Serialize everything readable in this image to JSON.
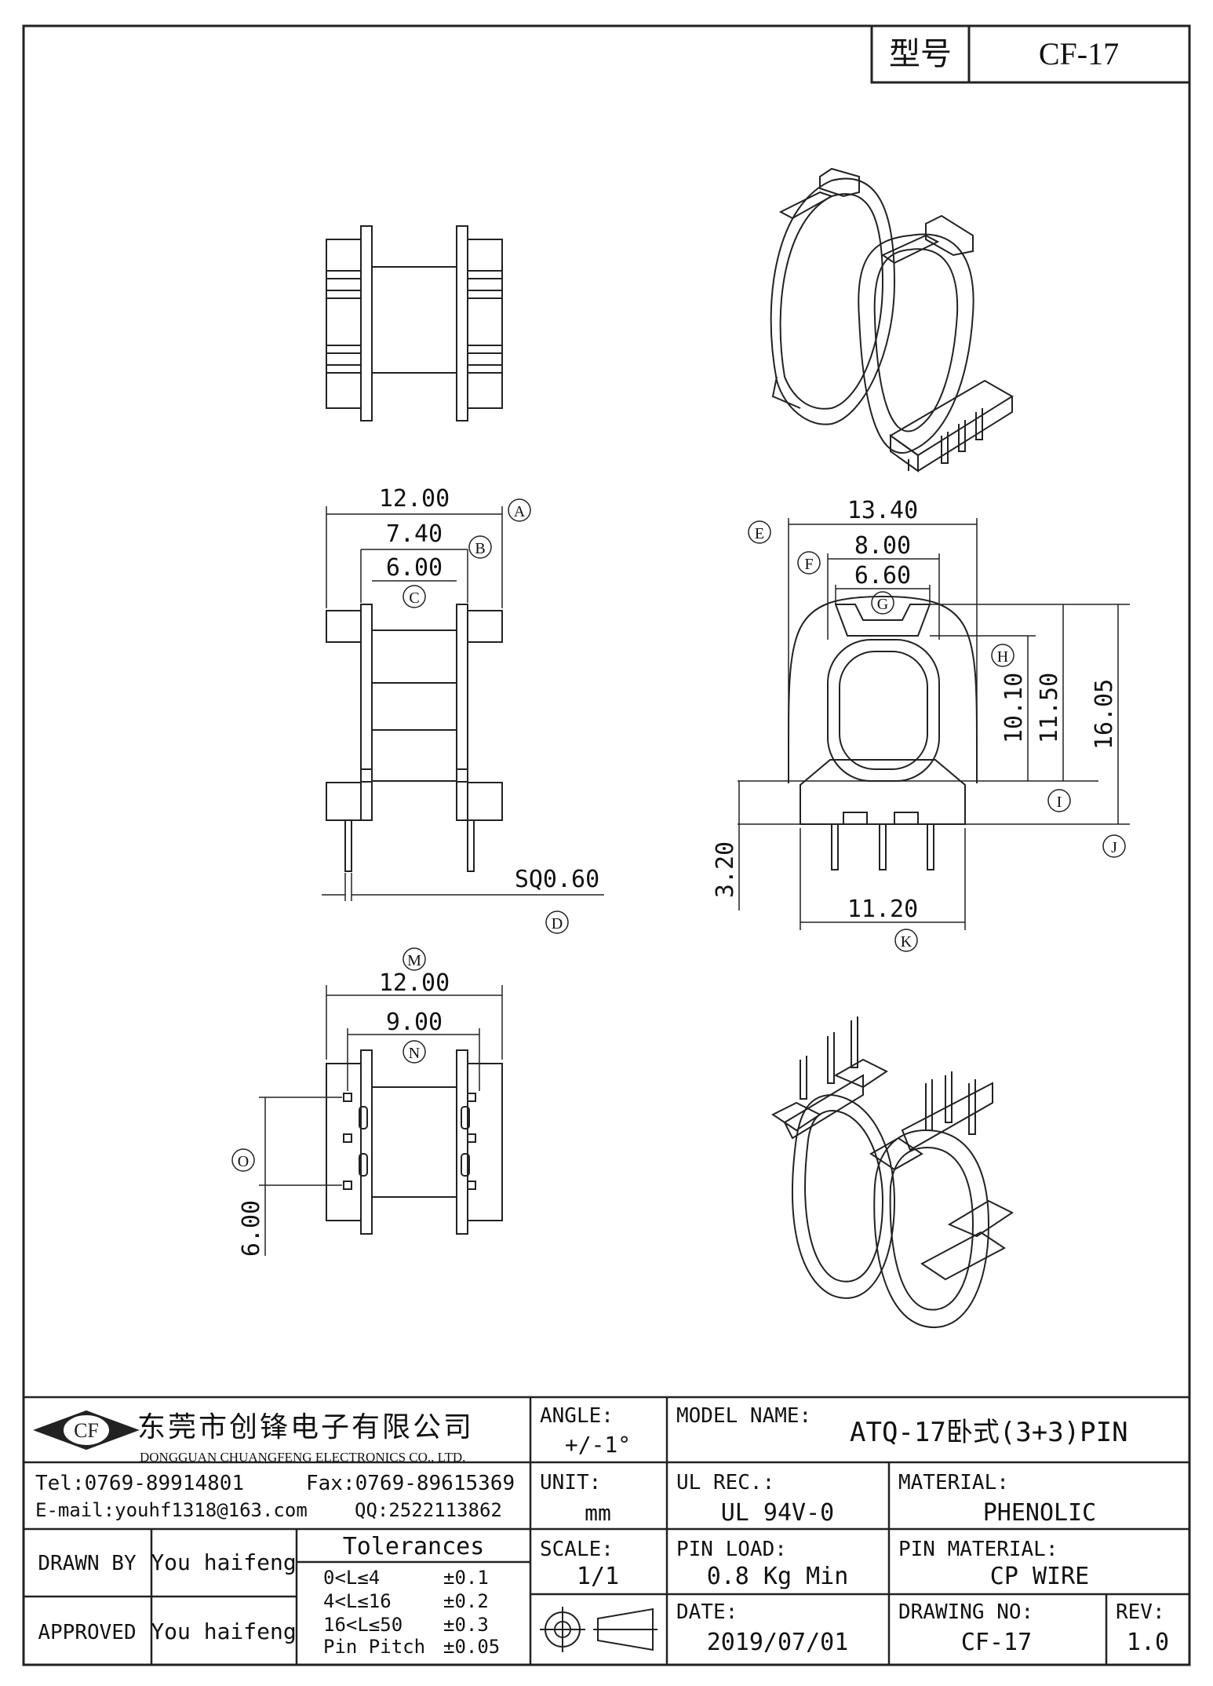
{
  "header": {
    "model_label": "型号",
    "model_value": "CF-17"
  },
  "dims_side": {
    "a": "12.00",
    "b": "7.40",
    "c": "6.00",
    "d": "SQ0.60"
  },
  "dims_front": {
    "e": "13.40",
    "f": "8.00",
    "g": "6.60",
    "h": "10.10",
    "i": "11.50",
    "j": "16.05",
    "k": "11.20",
    "pin": "3.20"
  },
  "dims_bottom": {
    "m": "12.00",
    "n": "9.00",
    "o": "6.00"
  },
  "markers": {
    "A": "A",
    "B": "B",
    "C": "C",
    "D": "D",
    "E": "E",
    "F": "F",
    "G": "G",
    "H": "H",
    "I": "I",
    "J": "J",
    "K": "K",
    "M": "M",
    "N": "N",
    "O": "O"
  },
  "company": {
    "logo_text": "CF",
    "name_cn": "东莞市创锋电子有限公司",
    "name_en": "DONGGUAN CHUANGFENG ELECTRONICS CO., LTD.",
    "tel": "Tel:0769-89914801",
    "fax": "Fax:0769-89615369",
    "email": "E-mail:youhf1318@163.com",
    "qq": "QQ:2522113862"
  },
  "title_block": {
    "angle_label": "ANGLE:",
    "angle_value": "+/-1°",
    "model_name_label": "MODEL NAME:",
    "model_name_value": "ATQ-17卧式(3+3)PIN",
    "unit_label": "UNIT:",
    "unit_value": "mm",
    "ul_label": "UL REC.:",
    "ul_value": "UL 94V-0",
    "material_label": "MATERIAL:",
    "material_value": "PHENOLIC",
    "drawn_by_label": "DRAWN BY",
    "drawn_by_value": "You haifeng",
    "approved_label": "APPROVED",
    "approved_value": "You haifeng",
    "tolerances_title": "Tolerances",
    "tolerances": [
      {
        "range": "0<L≤4",
        "value": "±0.1"
      },
      {
        "range": "4<L≤16",
        "value": "±0.2"
      },
      {
        "range": "16<L≤50",
        "value": "±0.3"
      },
      {
        "range": "Pin Pitch",
        "value": "±0.05"
      }
    ],
    "scale_label": "SCALE:",
    "scale_value": "1/1",
    "pin_load_label": "PIN LOAD:",
    "pin_load_value": "0.8 Kg Min",
    "pin_material_label": "PIN MATERIAL:",
    "pin_material_value": "CP WIRE",
    "date_label": "DATE:",
    "date_value": "2019/07/01",
    "drawing_no_label": "DRAWING NO:",
    "drawing_no_value": "CF-17",
    "rev_label": "REV:",
    "rev_value": "1.0"
  }
}
